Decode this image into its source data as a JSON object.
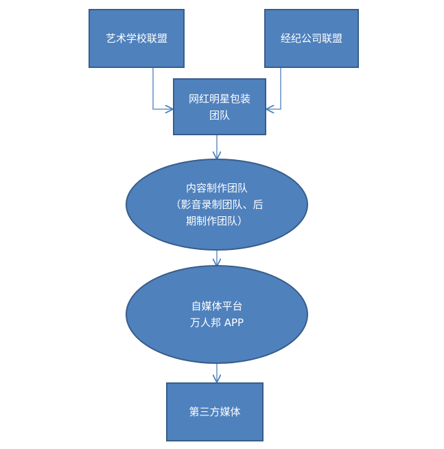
{
  "nodes": {
    "art_school": {
      "lines": [
        "艺术学校联盟"
      ]
    },
    "agency": {
      "lines": [
        "经纪公司联盟"
      ]
    },
    "packaging": {
      "lines": [
        "网红明星包装",
        "团队"
      ]
    },
    "content": {
      "lines": [
        "内容制作团队",
        "（影音录制团队、后",
        "期制作团队）"
      ]
    },
    "platform": {
      "lines": [
        "自媒体平台",
        "万人邦 APP"
      ]
    },
    "third_party": {
      "lines": [
        "第三方媒体"
      ]
    }
  },
  "colors": {
    "node_fill": "#4f81bd",
    "node_stroke": "#385d8a",
    "arrow": "#4a7ebb",
    "text": "#ffffff"
  }
}
